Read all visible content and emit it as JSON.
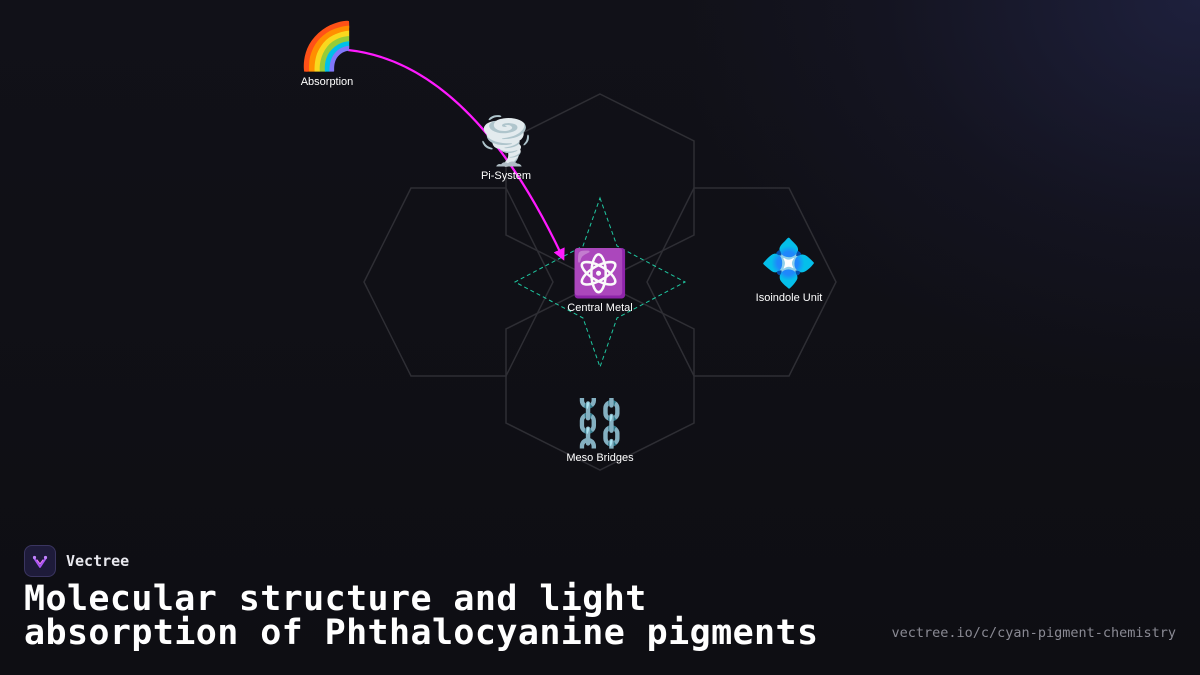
{
  "colors": {
    "background": "#0f0f14",
    "hexagon_stroke": "#2e2e34",
    "star_stroke": "#1fc7a0",
    "arrow": "#ff1aff",
    "label": "#ffffff",
    "title": "#ffffff",
    "url": "#8a8a94"
  },
  "diagram": {
    "nodes": [
      {
        "id": "absorption",
        "label": "Absorption",
        "icon": "rainbow-icon",
        "glyph": "🌈"
      },
      {
        "id": "pi_system",
        "label": "Pi-System",
        "icon": "tornado-icon",
        "glyph": "🌪️"
      },
      {
        "id": "central_metal",
        "label": "Central Metal",
        "icon": "atom-icon",
        "glyph": "⚛️"
      },
      {
        "id": "isoindole_unit",
        "label": "Isoindole Unit",
        "icon": "diamond-with-dot-icon",
        "glyph": "💠"
      },
      {
        "id": "meso_bridges",
        "label": "Meso Bridges",
        "icon": "chains-icon",
        "glyph": "⛓️"
      }
    ],
    "edges": [
      {
        "from": "absorption",
        "to": "central_metal",
        "style": "curved-arrow"
      }
    ]
  },
  "brand": {
    "name": "Vectree",
    "logo_icon": "vectree-logo-icon"
  },
  "title": {
    "line1": "Molecular structure and light",
    "line2": "absorption of Phthalocyanine pigments"
  },
  "url": "vectree.io/c/cyan-pigment-chemistry"
}
